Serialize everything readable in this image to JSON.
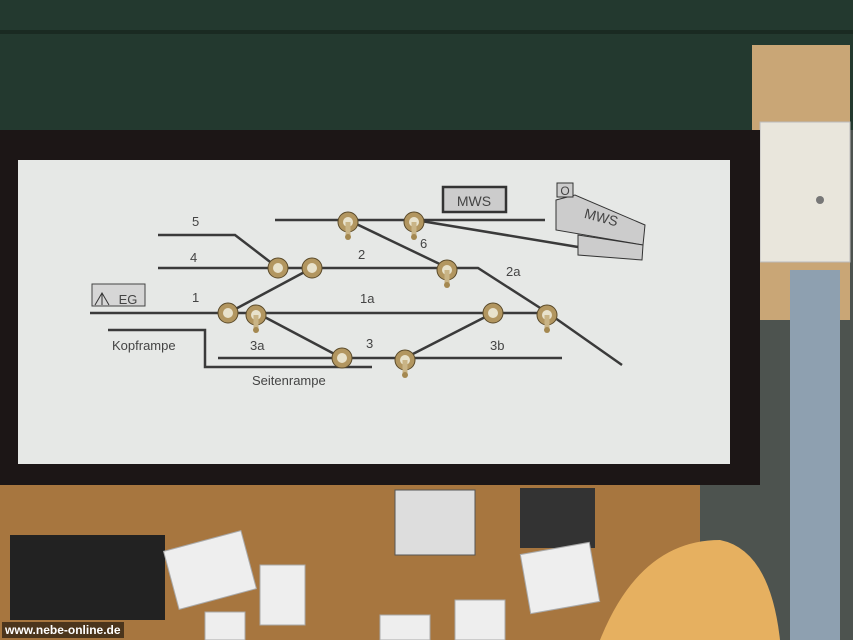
{
  "panel": {
    "track_labels": {
      "t5": "5",
      "t4": "4",
      "t1": "1",
      "t2": "2",
      "t6": "6",
      "t2a": "2a",
      "t1a": "1a",
      "t3": "3",
      "t3a": "3a",
      "t3b": "3b"
    },
    "mws_box": "MWS",
    "mws_building": "MWS",
    "mws_marker": "O",
    "eg_label": "EG",
    "kopframpe": "Kopframpe",
    "seitenrampe": "Seitenrampe"
  },
  "watermark": "www.nebe-online.de"
}
